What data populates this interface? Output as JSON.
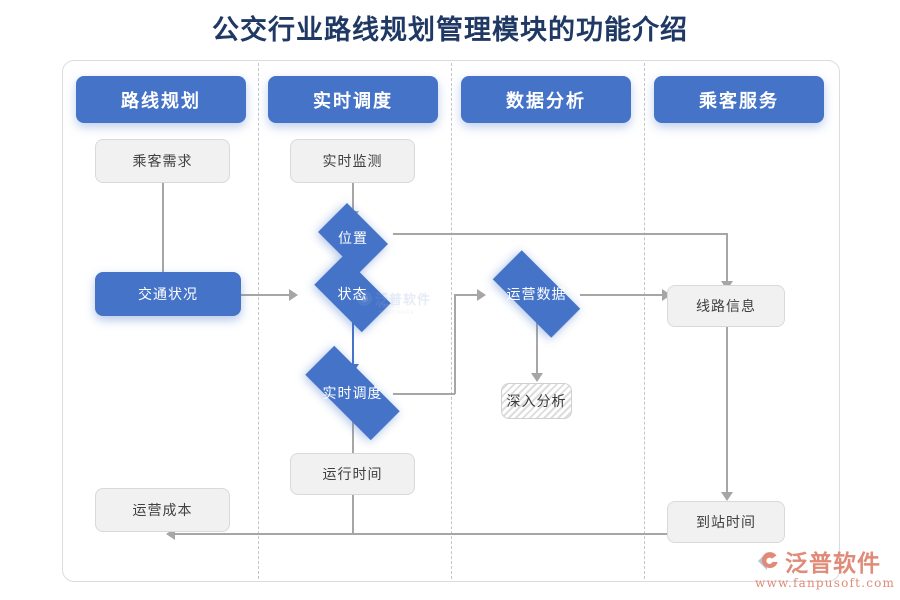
{
  "page": {
    "title": "公交行业路线规划管理模块的功能介绍"
  },
  "lanes": [
    {
      "id": "route-planning",
      "header": "路线规划"
    },
    {
      "id": "realtime-dispatch",
      "header": "实时调度"
    },
    {
      "id": "data-analysis",
      "header": "数据分析"
    },
    {
      "id": "passenger-service",
      "header": "乘客服务"
    }
  ],
  "nodes": {
    "passenger_demand": "乘客需求",
    "traffic_condition": "交通状况",
    "operating_cost": "运营成本",
    "realtime_monitor": "实时监测",
    "location": "位置",
    "status": "状态",
    "realtime_dispatch": "实时调度",
    "running_time": "运行时间",
    "operation_data": "运营数据",
    "deep_analysis": "深入分析",
    "line_info": "线路信息",
    "arrival_time": "到站时间"
  },
  "watermark": {
    "center_text": "泛普软件",
    "center_sub": "FANPU SOFTWARE",
    "brand": "泛普软件",
    "url": "www.fanpusoft.com"
  },
  "colors": {
    "title": "#1f3864",
    "accent_blue": "#4573c8",
    "node_grey_fill": "#f1f1f1",
    "node_grey_border": "#d9d9d9",
    "connector": "#a6a6a6",
    "brand_orange": "#e08a78",
    "lane_divider": "#c2c6cc"
  }
}
